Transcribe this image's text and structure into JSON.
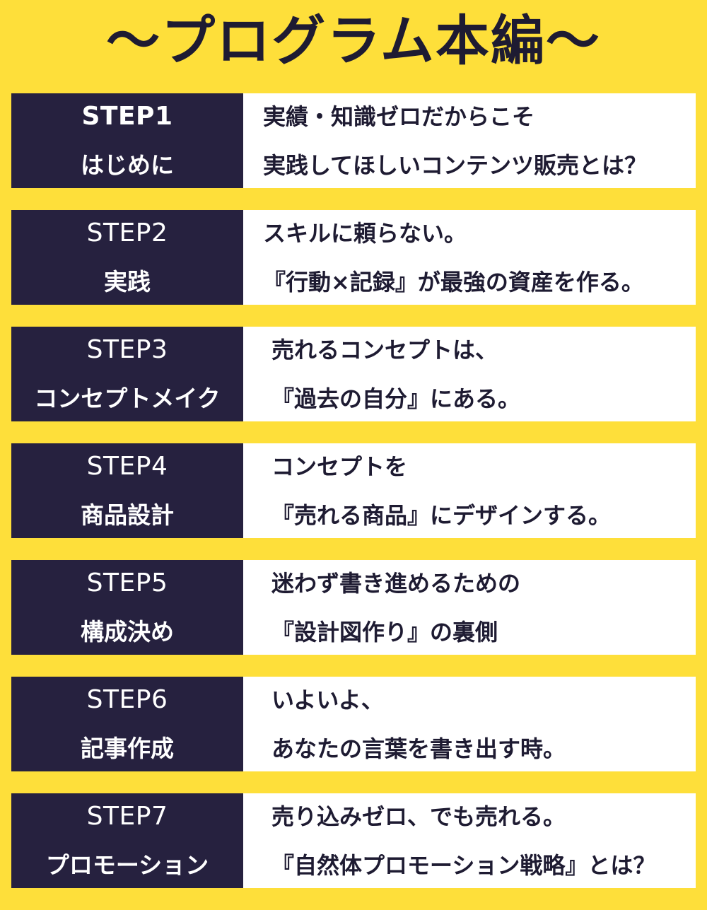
{
  "title": "〜プログラム本編〜",
  "steps": [
    {
      "num": "STEP1",
      "name": "はじめに",
      "line1": "実績・知識ゼロだからこそ",
      "line2": "実践してほしいコンテンツ販売とは？"
    },
    {
      "num": "STEP2",
      "name": "実践",
      "line1": "スキルに頼らない。",
      "line2": "『行動×記録』が最強の資産を作る。"
    },
    {
      "num": "STEP3",
      "name": "コンセプトメイク",
      "line1": "売れるコンセプトは、",
      "line2": "『過去の自分』にある。"
    },
    {
      "num": "STEP4",
      "name": "商品設計",
      "line1": "コンセプトを",
      "line2": "『売れる商品』にデザインする。"
    },
    {
      "num": "STEP5",
      "name": "構成決め",
      "line1": "迷わず書き進めるための",
      "line2": "『設計図作り』の裏側"
    },
    {
      "num": "STEP6",
      "name": "記事作成",
      "line1": "いよいよ、",
      "line2": "あなたの言葉を書き出す時。"
    },
    {
      "num": "STEP7",
      "name": "プロモーション",
      "line1": "売り込みゼロ、でも売れる。",
      "line2": "『自然体プロモーション戦略』とは？"
    }
  ]
}
